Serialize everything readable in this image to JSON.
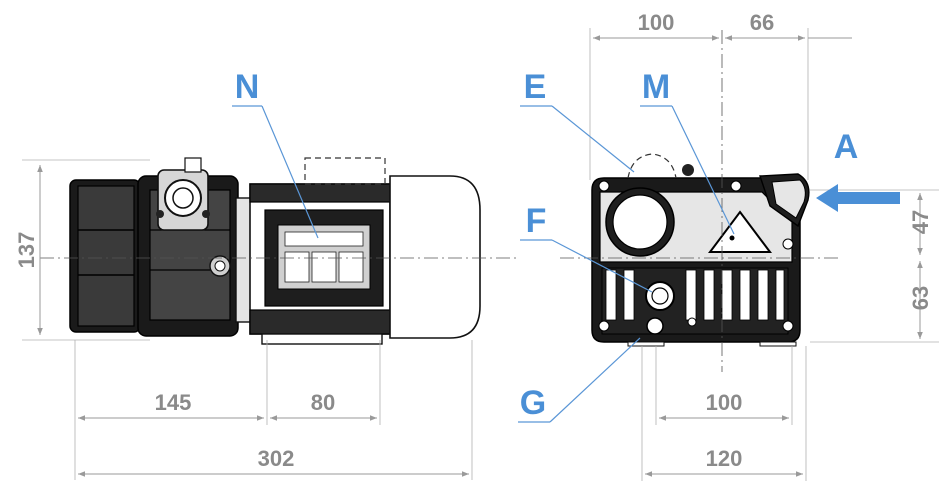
{
  "dimensions": {
    "left_height": "137",
    "pump_length": "145",
    "motor_foot": "80",
    "overall_length": "302",
    "top_width_left": "100",
    "top_width_right": "66",
    "right_upper": "47",
    "right_lower": "63",
    "base_inner": "100",
    "base_outer": "120"
  },
  "callouts": {
    "n": "N",
    "e": "E",
    "m": "M",
    "f": "F",
    "g": "G",
    "a": "A"
  },
  "colors": {
    "callout": "#4a8fd6",
    "dimension": "#8a8a8a",
    "arrow": "#4a8fd6"
  }
}
